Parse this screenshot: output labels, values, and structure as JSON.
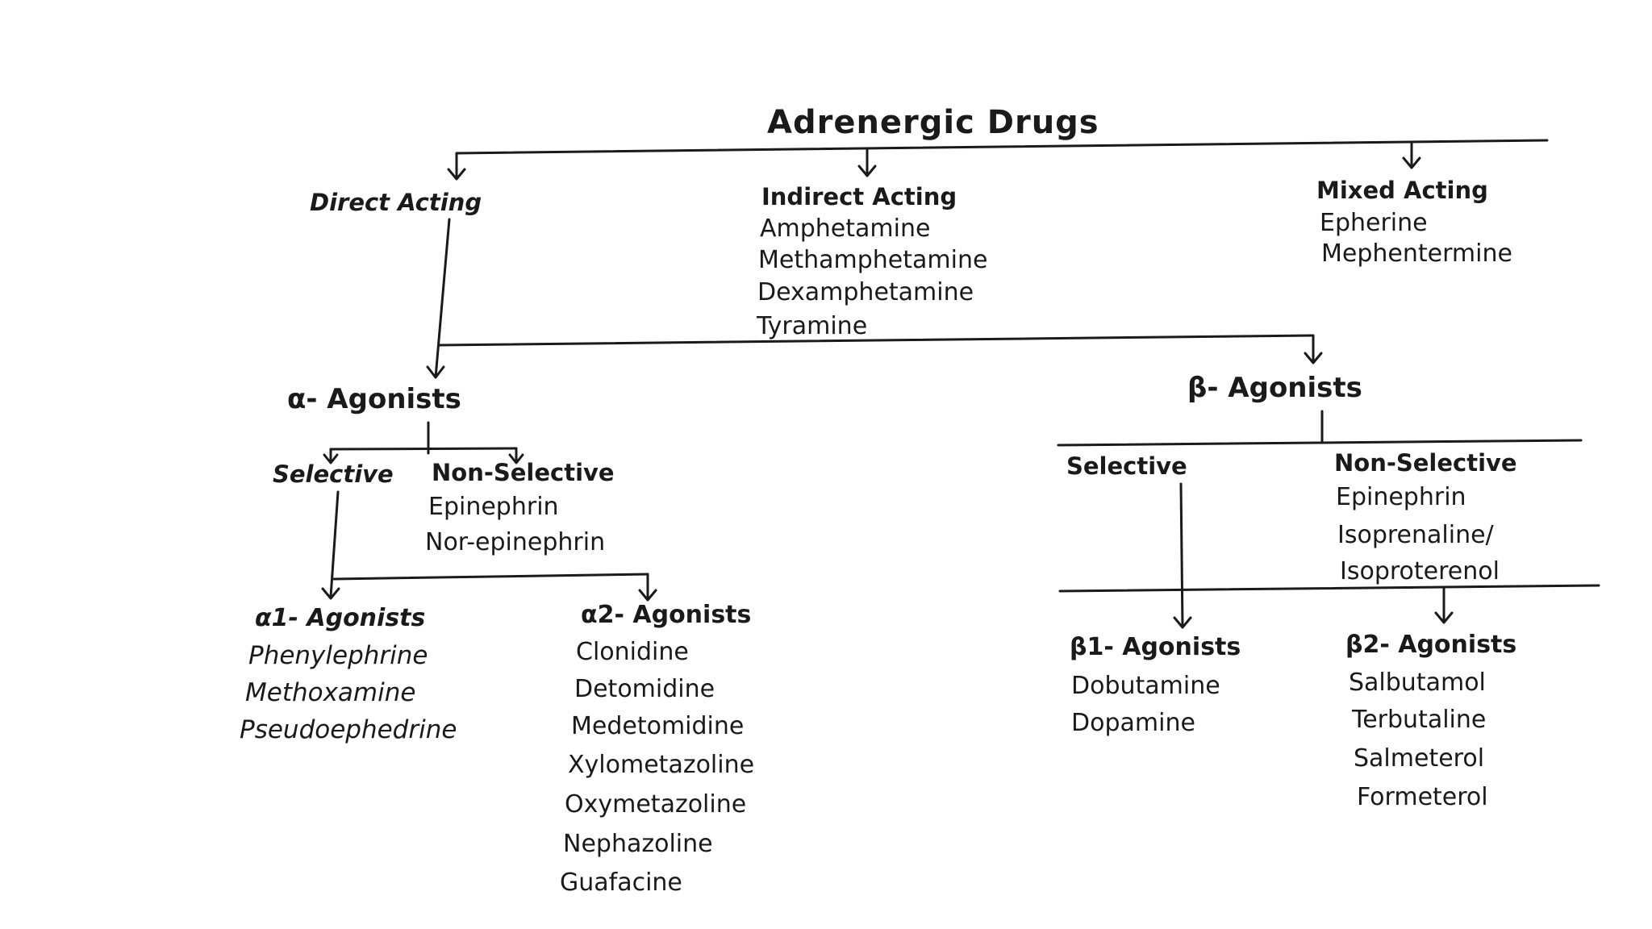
{
  "title": "Adrenergic Drugs",
  "direct": {
    "label": "Direct Acting",
    "alpha": {
      "label": "α- Agonists",
      "selective_label": "Selective",
      "nonselective": {
        "label": "Non-Selective",
        "items": [
          "Epinephrin",
          "Nor-epinephrin"
        ]
      },
      "a1": {
        "label": "α1- Agonists",
        "items": [
          "Phenylephrine",
          "Methoxamine",
          "Pseudoephedrine"
        ]
      },
      "a2": {
        "label": "α2- Agonists",
        "items": [
          "Clonidine",
          "Detomidine",
          "Medetomidine",
          "Xylometazoline",
          "Oxymetazoline",
          "Nephazoline",
          "Guafacine"
        ]
      }
    },
    "beta": {
      "label": "β- Agonists",
      "selective_label": "Selective",
      "nonselective": {
        "label": "Non-Selective",
        "items": [
          "Epinephrin",
          "Isoprenaline/",
          "Isoproterenol"
        ]
      },
      "b1": {
        "label": "β1- Agonists",
        "items": [
          "Dobutamine",
          "Dopamine"
        ]
      },
      "b2": {
        "label": "β2- Agonists",
        "items": [
          "Salbutamol",
          "Terbutaline",
          "Salmeterol",
          "Formeterol"
        ]
      }
    }
  },
  "indirect": {
    "label": "Indirect Acting",
    "items": [
      "Amphetamine",
      "Methamphetamine",
      "Dexamphetamine",
      "Tyramine"
    ]
  },
  "mixed": {
    "label": "Mixed Acting",
    "items": [
      "Epherine",
      "Mephentermine"
    ]
  }
}
